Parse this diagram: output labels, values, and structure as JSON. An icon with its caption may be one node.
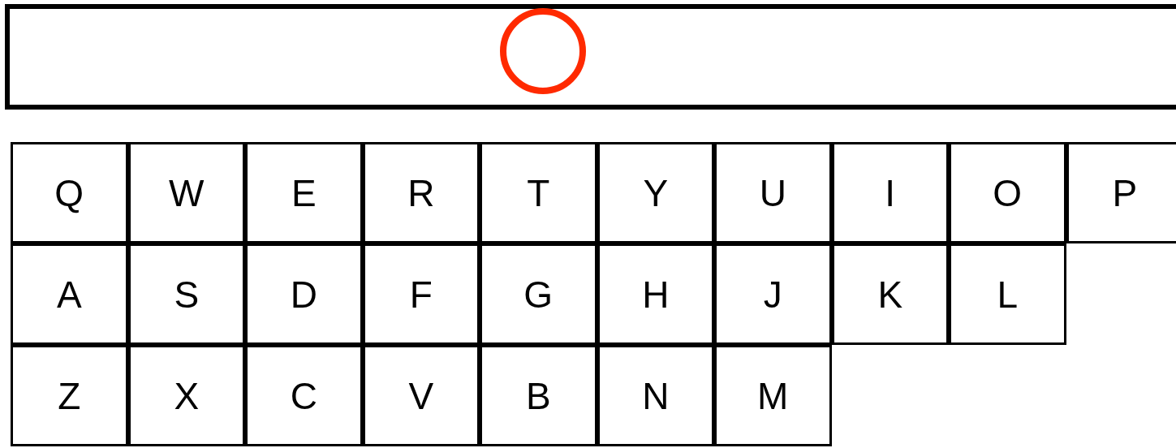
{
  "diagram": {
    "nodes": [
      {
        "text": [],
        "shape": "box"
      },
      {
        "text": [],
        "shape": "circle",
        "in": 0
      },
      {
        "text": [
          "Q"
        ]
      },
      {
        "text": [
          "W"
        ]
      },
      {
        "text": [
          "E"
        ]
      },
      {
        "text": [
          "R"
        ]
      },
      {
        "text": [
          "T"
        ]
      },
      {
        "text": [
          "Y"
        ]
      },
      {
        "text": [
          "U"
        ]
      },
      {
        "text": [
          "I"
        ]
      },
      {
        "text": [
          "O"
        ]
      },
      {
        "text": [
          "P"
        ]
      },
      {
        "text": [
          "A"
        ]
      },
      {
        "text": [
          "S"
        ]
      },
      {
        "text": [
          "D"
        ]
      },
      {
        "text": [
          "F"
        ]
      },
      {
        "text": [
          "G"
        ]
      },
      {
        "text": [
          "H"
        ]
      },
      {
        "text": [
          "J"
        ]
      },
      {
        "text": [
          "K"
        ]
      },
      {
        "text": [
          "L"
        ]
      },
      {
        "text": [
          "Z"
        ]
      },
      {
        "text": [
          "X"
        ]
      },
      {
        "text": [
          "C"
        ]
      },
      {
        "text": [
          "V"
        ]
      },
      {
        "text": [
          "B"
        ]
      },
      {
        "text": [
          "N"
        ]
      },
      {
        "text": [
          "M"
        ]
      }
    ]
  }
}
